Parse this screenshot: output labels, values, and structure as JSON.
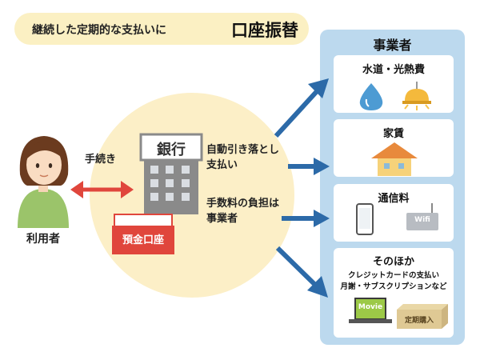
{
  "title": {
    "lead": "継続した定期的な支払いに",
    "main": "口座振替"
  },
  "user": {
    "label": "利用者"
  },
  "procedure_label": "手続き",
  "bank": {
    "sign": "銀行",
    "account_label": "預金口座",
    "auto_debit_line1": "自動引き落とし",
    "auto_debit_line2": "支払い",
    "fee_line1": "手数料の負担は",
    "fee_line2": "事業者"
  },
  "provider": {
    "title": "事業者",
    "cards": [
      {
        "title": "水道・光熱費"
      },
      {
        "title": "家賃"
      },
      {
        "title": "通信料",
        "wifi_label": "Wifi"
      },
      {
        "title": "そのほか",
        "sub1": "クレジットカードの支払い",
        "sub2": "月謝・サブスクリプションなど",
        "movie_label": "Movie",
        "box_label": "定期購入"
      }
    ]
  },
  "colors": {
    "banner": "#fbf0c3",
    "circle": "#fcefc7",
    "provider_bg": "#bcd9ee",
    "arrow_blue": "#2c6aa8",
    "arrow_red": "#e0463c",
    "account_red": "#e0463c"
  }
}
